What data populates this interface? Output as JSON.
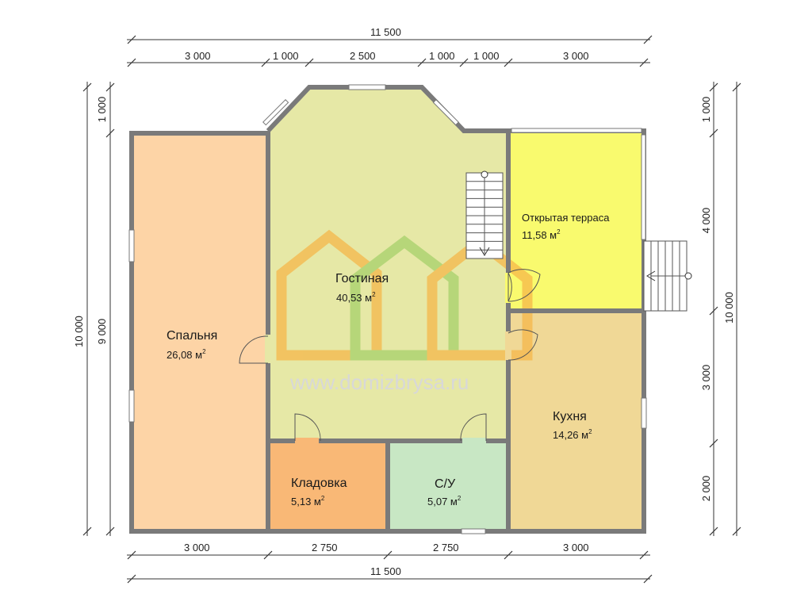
{
  "dimensions": {
    "top_total": "11 500",
    "top_segments": [
      "3 000",
      "1 000",
      "2 500",
      "1 000",
      "1 000",
      "3 000"
    ],
    "bottom_segments": [
      "3 000",
      "2 750",
      "2 750",
      "3 000"
    ],
    "bottom_total": "11 500",
    "left_total": "10 000",
    "left_segments": [
      "1 000",
      "9 000"
    ],
    "right_total": "10 000",
    "right_segments": [
      "1 000",
      "4 000",
      "3 000",
      "2 000"
    ]
  },
  "rooms": [
    {
      "name": "Спальня",
      "area": "26,08 м",
      "color": "#fdd4a6"
    },
    {
      "name": "Гостиная",
      "area": "40,53 м",
      "color": "#e6e8a6"
    },
    {
      "name": "Открытая терраса",
      "area": "11,58 м",
      "color": "#f9fa6e"
    },
    {
      "name": "Кухня",
      "area": "14,26 м",
      "color": "#f0d896"
    },
    {
      "name": "Кладовка",
      "area": "5,13 м",
      "color": "#f9b876"
    },
    {
      "name": "С/У",
      "area": "5,07 м",
      "color": "#c8e7c4"
    }
  ],
  "area_unit_superscript": "2",
  "watermark": {
    "text": "www.domizbrysa.ru",
    "colors": [
      "#f5b74a",
      "#a6d06a"
    ]
  },
  "wall_color": "#7a7a7a"
}
